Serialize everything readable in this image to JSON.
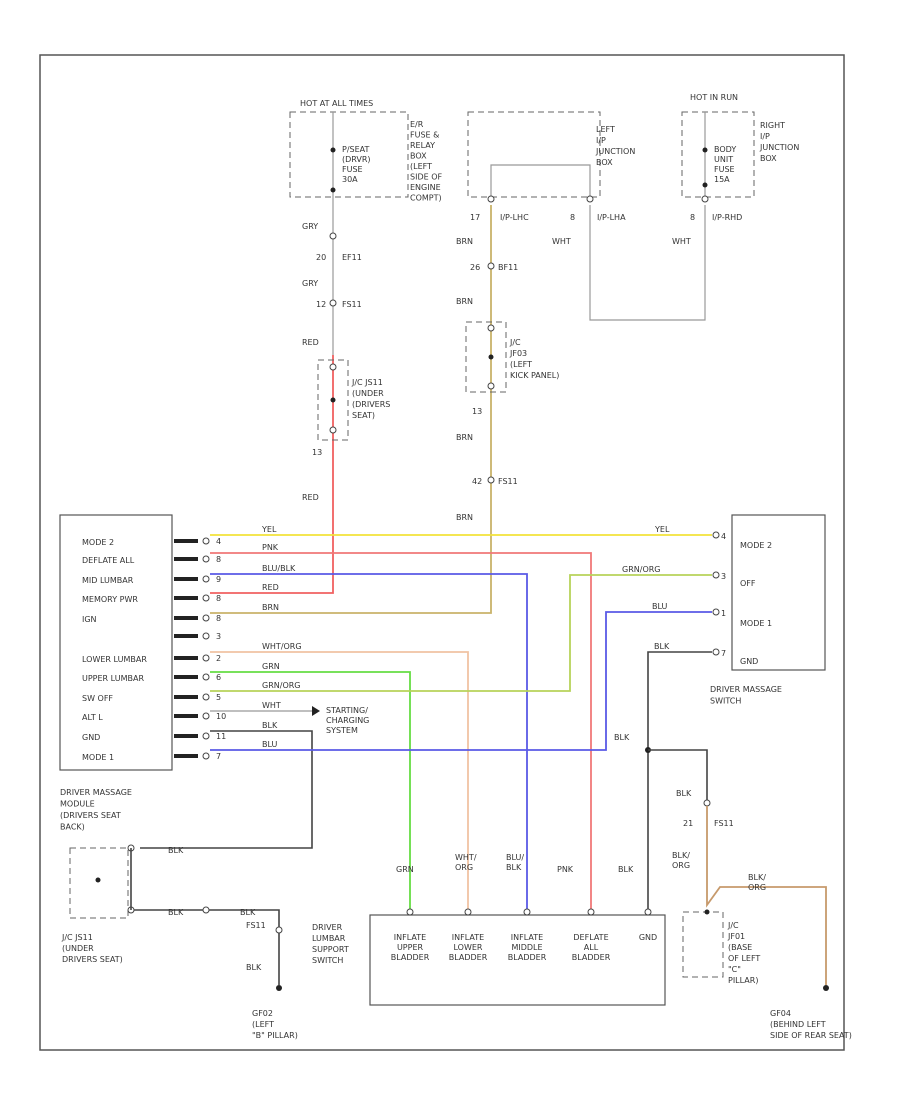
{
  "fuse_boxes": {
    "hot_at_all_times": "HOT AT ALL TIMES",
    "hot_at_all_times_location": [
      "E/R",
      "FUSE &",
      "RELAY",
      "BOX",
      "(LEFT",
      "SIDE OF",
      "ENGINE",
      "COMPT)"
    ],
    "pseat_fuse": [
      "P/SEAT",
      "(DRVR)",
      "FUSE",
      "30A"
    ],
    "left_junction": [
      "LEFT",
      "I/P",
      "JUNCTION",
      "BOX"
    ],
    "hot_in_run": "HOT IN RUN",
    "right_junction": [
      "RIGHT",
      "I/P",
      "JUNCTION",
      "BOX"
    ],
    "body_fuse": [
      "BODY",
      "UNIT",
      "FUSE",
      "15A"
    ],
    "pin_17": "17",
    "ip_lhc": "I/P-LHC",
    "pin_left_8": "8",
    "ip_lha": "I/P-LHA",
    "pin_right_8": "8",
    "ip_rhd": "I/P-RHD",
    "wht_1": "WHT",
    "wht_2": "WHT"
  },
  "connectors": {
    "c20": "20",
    "ef11": "EF11",
    "c12": "12",
    "fs11": "FS11",
    "c26": "26",
    "bf11": "BF11",
    "c13": "13",
    "c42": "42",
    "fs11b": "FS11",
    "c21": "21",
    "fs11c": "FS11",
    "fs11d": "FS11"
  },
  "joints": {
    "jc_js11": [
      "J/C JS11",
      "(UNDER",
      "(DRIVERS",
      "SEAT)"
    ],
    "jc_jf03": [
      "J/C",
      "JF03",
      "(LEFT",
      "KICK PANEL)"
    ],
    "jc_js11b": [
      "J/C JS11",
      "(UNDER",
      "DRIVERS SEAT)"
    ],
    "jc_jf01": [
      "J/C",
      "JF01",
      "(BASE",
      "OF LEFT",
      "\"C\"",
      "PILLAR)"
    ]
  },
  "wire_labels": {
    "gry_1": "GRY",
    "gry_2": "GRY",
    "red_1": "RED",
    "red_2": "RED",
    "brn_1": "BRN",
    "brn_2": "BRN",
    "brn_3": "BRN",
    "brn_4": "BRN",
    "yel_left": "YEL",
    "yel_right": "YEL",
    "pnk": "PNK",
    "blublk": "BLU/BLK",
    "red_row": "RED",
    "brn_row": "BRN",
    "wht_org": "WHT/ORG",
    "grn_row": "GRN",
    "grnorg_row": "GRN/ORG",
    "wht_row": "WHT",
    "blk_row1": "BLK",
    "blu_row": "BLU",
    "grnorg_right": "GRN/ORG",
    "blu_right": "BLU",
    "blk_right": "BLK",
    "blk_mid": "BLK",
    "blk_left": "BLK",
    "blk_bottom": "BLK",
    "blk_bottom2": "BLK",
    "blk_g2": "BLK",
    "blk_br": "BLK",
    "blk_org": [
      "BLK/",
      "ORG"
    ],
    "blk_org_top": [
      "BLK/",
      "ORG"
    ],
    "bottom_grn": "GRN",
    "bottom_whtorg": [
      "WHT/",
      "ORG"
    ],
    "bottom_blublk": [
      "BLU/",
      "BLK"
    ],
    "bottom_pnk": "PNK",
    "bottom_blk": "BLK",
    "blk_ground": "BLK"
  },
  "module": {
    "pins": [
      "MODE 2",
      "DEFLATE ALL",
      "MID LUMBAR",
      "MEMORY PWR",
      "IGN",
      "",
      "LOWER LUMBAR",
      "UPPER LUMBAR",
      "SW OFF",
      "ALT L",
      "GND",
      "MODE 1"
    ],
    "pin_numbers": [
      "4",
      "8",
      "9",
      "8",
      "8",
      "3",
      "2",
      "6",
      "5",
      "10",
      "11",
      "7"
    ],
    "name": [
      "DRIVER MASSAGE",
      "MODULE",
      "(DRIVERS SEAT",
      "BACK)"
    ],
    "starting_charging": [
      "STARTING/",
      "CHARGING",
      "SYSTEM"
    ]
  },
  "switch": {
    "pins": [
      "MODE 2",
      "OFF",
      "MODE 1",
      "GND"
    ],
    "pin_numbers": [
      "4",
      "3",
      "1",
      "7"
    ],
    "name": [
      "DRIVER MASSAGE",
      "SWITCH"
    ]
  },
  "lumbar": {
    "name": [
      "DRIVER",
      "LUMBAR",
      "SUPPORT",
      "SWITCH"
    ],
    "pins": [
      [
        "INFLATE",
        "UPPER",
        "BLADDER"
      ],
      [
        "INFLATE",
        "LOWER",
        "BLADDER"
      ],
      [
        "INFLATE",
        "MIDDLE",
        "BLADDER"
      ],
      [
        "DEFLATE",
        "ALL",
        "BLADDER"
      ],
      [
        "GND"
      ]
    ]
  },
  "grounds": {
    "gf02": [
      "GF02",
      "(LEFT",
      "\"B\" PILLAR)"
    ],
    "gf04": [
      "GF04",
      "(BEHIND LEFT",
      "SIDE OF REAR SEAT)"
    ]
  },
  "colors": {
    "yel": "#f2e23a",
    "pnk": "#f07878",
    "red": "#f06060",
    "blu": "#5a5ae6",
    "brn": "#c9b36a",
    "grn": "#66dd44",
    "grnorg": "#b7d35a",
    "whtorg": "#f0c3a3",
    "blkorg": "#c79a6c",
    "blk": "#444444"
  }
}
